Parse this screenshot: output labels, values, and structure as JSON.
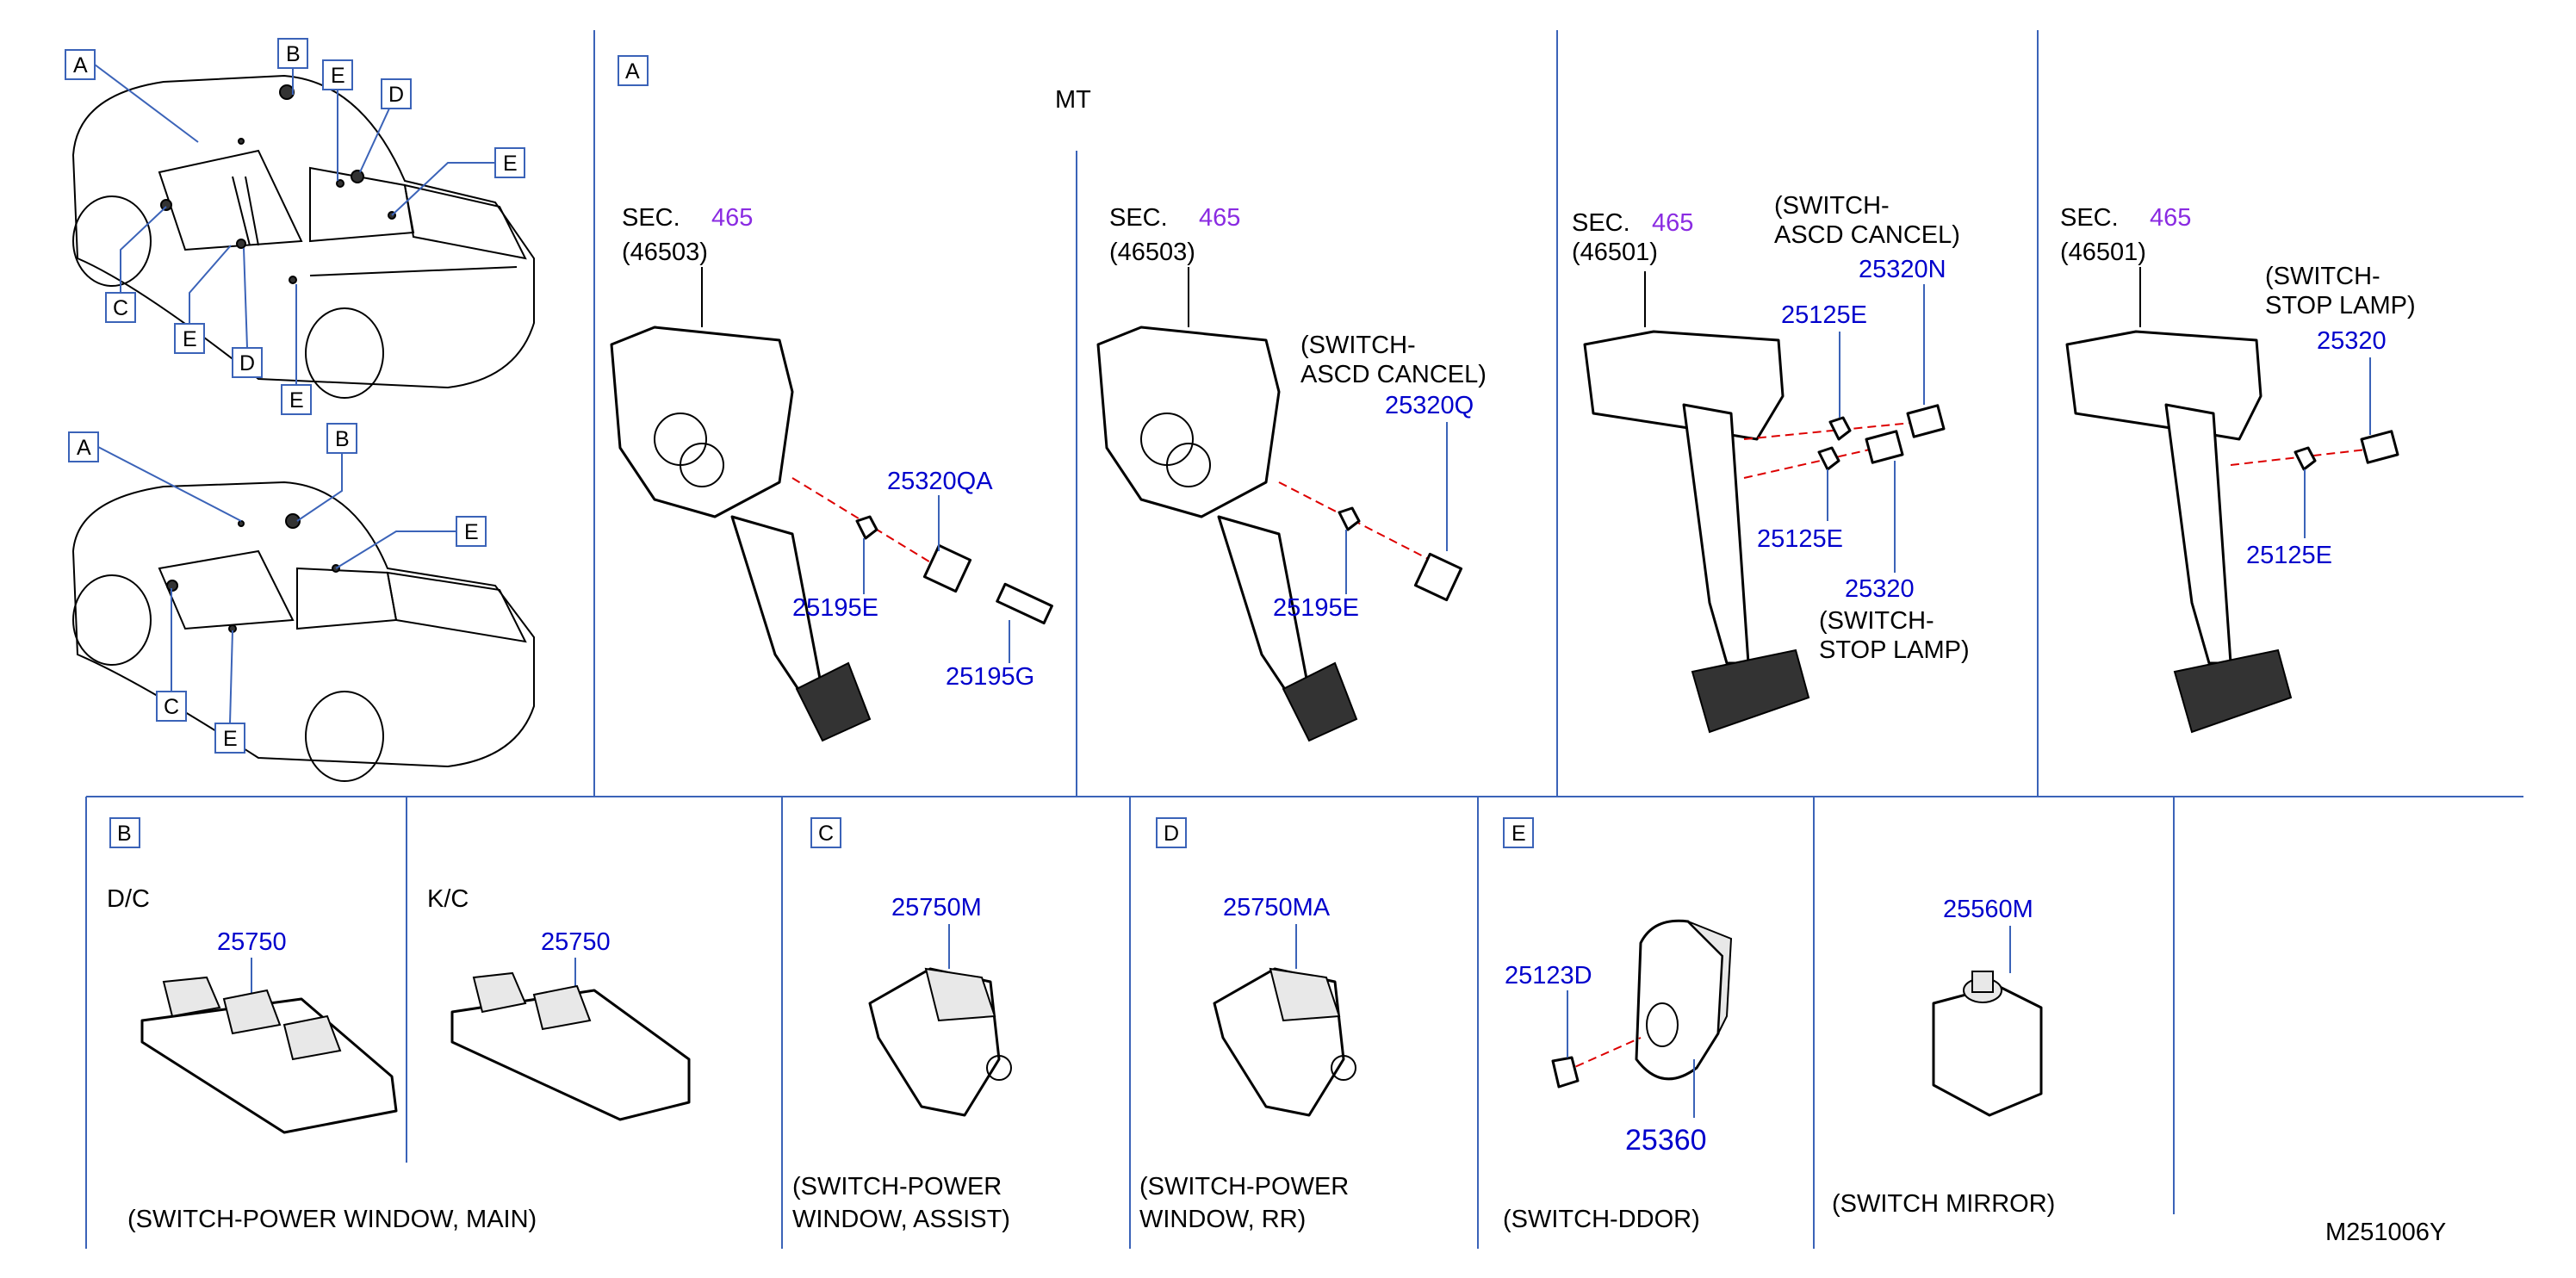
{
  "sections": {
    "A": "A",
    "B": "B",
    "C": "C",
    "D": "D",
    "E": "E"
  },
  "vehicle_tags": {
    "top": [
      "A",
      "B",
      "E",
      "D",
      "E",
      "C",
      "E",
      "D",
      "E"
    ],
    "bottom": [
      "A",
      "B",
      "E",
      "C",
      "E"
    ]
  },
  "pedal_section": {
    "mt_label": "MT",
    "sec_text": "SEC.",
    "sec_ref": "465",
    "panel1": {
      "sub": "(46503)",
      "parts": [
        "25320QA",
        "25195E",
        "25195G"
      ]
    },
    "panel2": {
      "sub": "(46503)",
      "parts": [
        "25320Q",
        "25195E"
      ],
      "note1": "(SWITCH-",
      "note2": "ASCD  CANCEL)"
    },
    "panel3": {
      "sub": "(46501)",
      "parts": [
        "25320N",
        "25125E",
        "25125E",
        "25320"
      ],
      "note_top1": "(SWITCH-",
      "note_top2": "ASCD  CANCEL)",
      "note_bot1": "(SWITCH-",
      "note_bot2": "STOP  LAMP)"
    },
    "panel4": {
      "sub": "(46501)",
      "parts": [
        "25320",
        "25125E"
      ],
      "note1": "(SWITCH-",
      "note2": "STOP  LAMP)"
    }
  },
  "bottom_section": {
    "b": {
      "dc": "D/C",
      "kc": "K/C",
      "part_dc": "25750",
      "part_kc": "25750",
      "caption": "(SWITCH-POWER   WINDOW,   MAIN)"
    },
    "c": {
      "part": "25750M",
      "caption1": "(SWITCH-POWER",
      "caption2": "WINDOW,   ASSIST)"
    },
    "d": {
      "part": "25750MA",
      "caption1": "(SWITCH-POWER",
      "caption2": "WINDOW,   RR)"
    },
    "e": {
      "part_bolt": "25123D",
      "part_main": "25360",
      "caption": "(SWITCH-DDOR)"
    },
    "mirror": {
      "part": "25560M",
      "caption": "(SWITCH   MIRROR)"
    }
  },
  "diagram_id": "M251006Y"
}
